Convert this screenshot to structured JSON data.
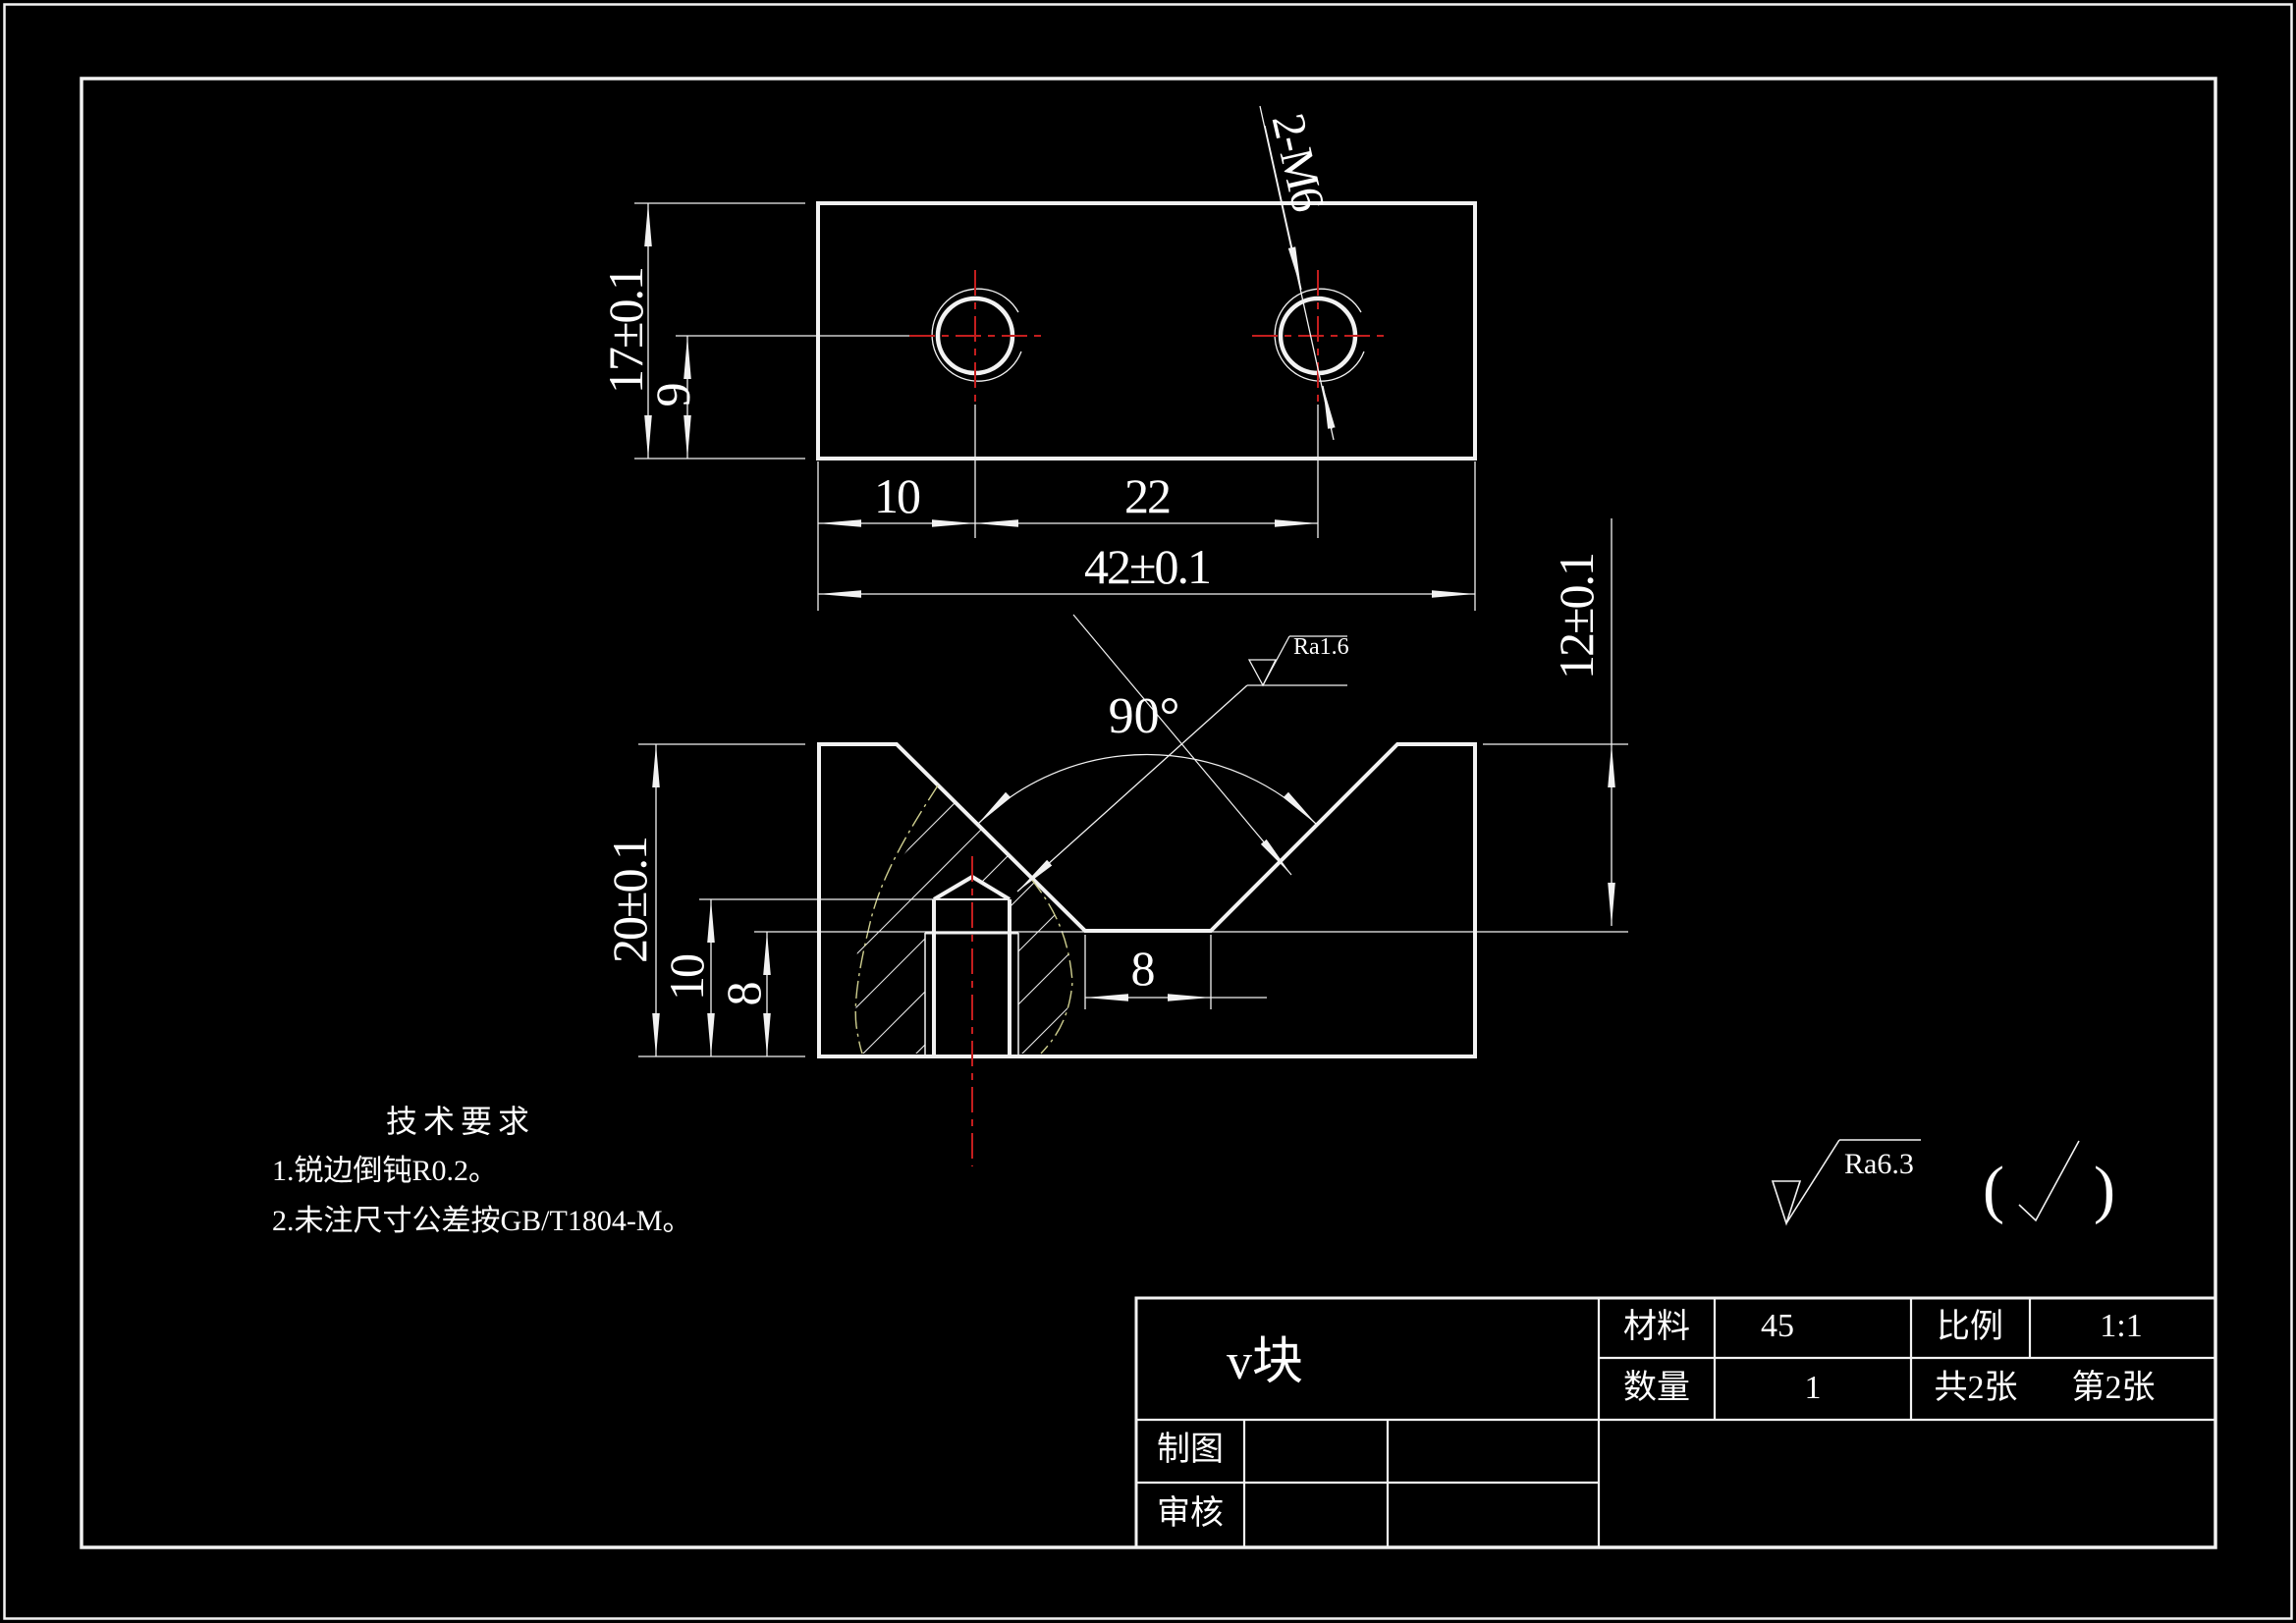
{
  "colors": {
    "background": "#000000",
    "line": "#f2f2f2",
    "centerline_red": "#c41e1e",
    "break_line_yellow": "#cfcf8f"
  },
  "top_view": {
    "dim_height": "17±0.1",
    "dim_hole_offset_y": "9",
    "dim_hole_offset_x": "10",
    "dim_hole_spacing": "22",
    "dim_width": "42±0.1",
    "thread_label": "2-M6"
  },
  "front_view": {
    "dim_angle": "90°",
    "surface_v": "Ra1.6",
    "dim_height": "20±0.1",
    "dim_drill_depth": "10",
    "dim_thread_depth": "8",
    "dim_flat_width": "8",
    "dim_v_depth": "12±0.1"
  },
  "tech_requirements": {
    "title": "技术要求",
    "note1": "1.锐边倒钝R0.2。",
    "note2": "2.未注尺寸公差按GB/T1804-M。"
  },
  "surface_note": {
    "ra": "Ra6.3",
    "paren_left": "(",
    "paren_right": ")"
  },
  "title_block": {
    "part_name": "v块",
    "material_label": "材料",
    "material_value": "45",
    "scale_label": "比例",
    "scale_value": "1:1",
    "qty_label": "数量",
    "qty_value": "1",
    "sheets_total": "共2张",
    "sheet_no": "第2张",
    "drawn_label": "制图",
    "checked_label": "审核"
  }
}
